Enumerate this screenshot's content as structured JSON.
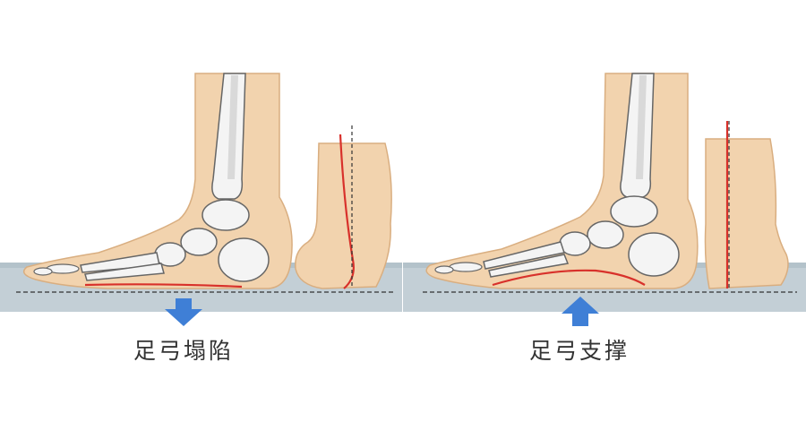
{
  "colors": {
    "ground": "#c3cfd6",
    "ground_shadow": "#a9b9c2",
    "skin": "#f2d3ae",
    "skin_dark": "#e6bb8c",
    "bone": "#f2f2f2",
    "bone_outline": "#555555",
    "arch_line": "#d8312b",
    "arrow": "#3f7fd6",
    "dashed": "#333333"
  },
  "panels": [
    {
      "id": "arch-collapse",
      "caption": "足弓塌陷",
      "arrow_direction": "down",
      "icons": [
        "foot-side-view-icon",
        "heel-back-view-icon",
        "down-arrow-icon"
      ]
    },
    {
      "id": "arch-support",
      "caption": "足弓支撑",
      "arrow_direction": "up",
      "icons": [
        "foot-side-view-icon",
        "heel-back-view-icon",
        "up-arrow-icon"
      ]
    }
  ]
}
